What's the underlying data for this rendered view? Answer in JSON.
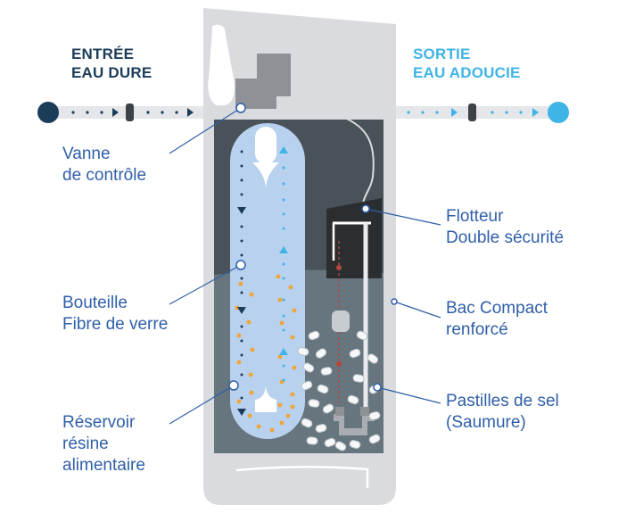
{
  "headings": {
    "inlet": [
      "ENTRÉE",
      "EAU DURE"
    ],
    "outlet": [
      "SORTIE",
      "EAU ADOUCIE"
    ]
  },
  "labels": {
    "vanne": [
      "Vanne",
      "de contrôle"
    ],
    "bouteille": [
      "Bouteille",
      "Fibre de verre"
    ],
    "reservoir": [
      "Réservoir",
      "résine",
      "alimentaire"
    ],
    "flotteur": [
      "Flotteur",
      "Double sécurité"
    ],
    "bac": [
      "Bac Compact",
      "renforcé"
    ],
    "pastilles": [
      "Pastilles de sel",
      "(Saumure)"
    ]
  },
  "colors": {
    "hard_water": "#1c3d5a",
    "soft_water": "#3fb4e6",
    "label_text": "#2f5fa8",
    "cabinet": "#d9dbde",
    "brine_tank": "#3f4a52",
    "resin": "#f0a537",
    "bottle": "#b8d1ee"
  }
}
